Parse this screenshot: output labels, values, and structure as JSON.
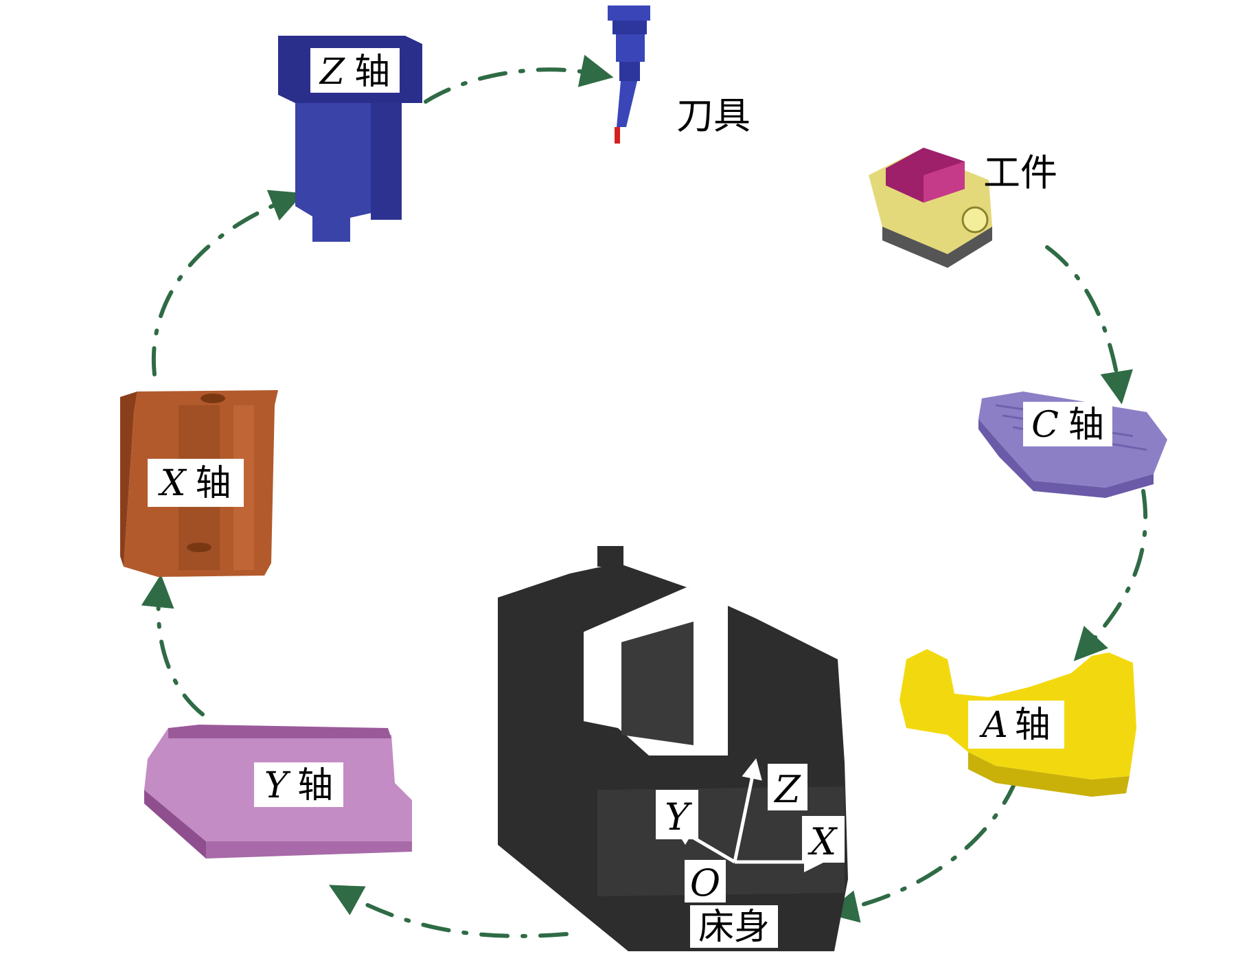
{
  "components": {
    "z_axis": {
      "label_letter": "Z",
      "label_word": "轴",
      "color": "#3a3f9e"
    },
    "tool": {
      "label": "刀具",
      "color": "#3a46b8"
    },
    "workpiece": {
      "label": "工件",
      "color": "#e4d97a",
      "top_color": "#b8257a"
    },
    "c_axis": {
      "label_letter": "C",
      "label_word": "轴",
      "color": "#8d7fc6"
    },
    "a_axis": {
      "label_letter": "A",
      "label_word": "轴",
      "color": "#f2d90f"
    },
    "bed": {
      "label": "床身",
      "color": "#2d2d2d"
    },
    "y_axis": {
      "label_letter": "Y",
      "label_word": "轴",
      "color": "#c48cc4"
    },
    "x_axis": {
      "label_letter": "X",
      "label_word": "轴",
      "color": "#b25a2c"
    }
  },
  "coordinate_frame": {
    "origin": "O",
    "x": "X",
    "y": "Y",
    "z": "Z"
  },
  "flow": {
    "arrow_color": "#2f6b45",
    "order": [
      "床身",
      "Y 轴",
      "X 轴",
      "Z 轴",
      "刀具",
      "工件",
      "C 轴",
      "A 轴",
      "床身"
    ]
  }
}
